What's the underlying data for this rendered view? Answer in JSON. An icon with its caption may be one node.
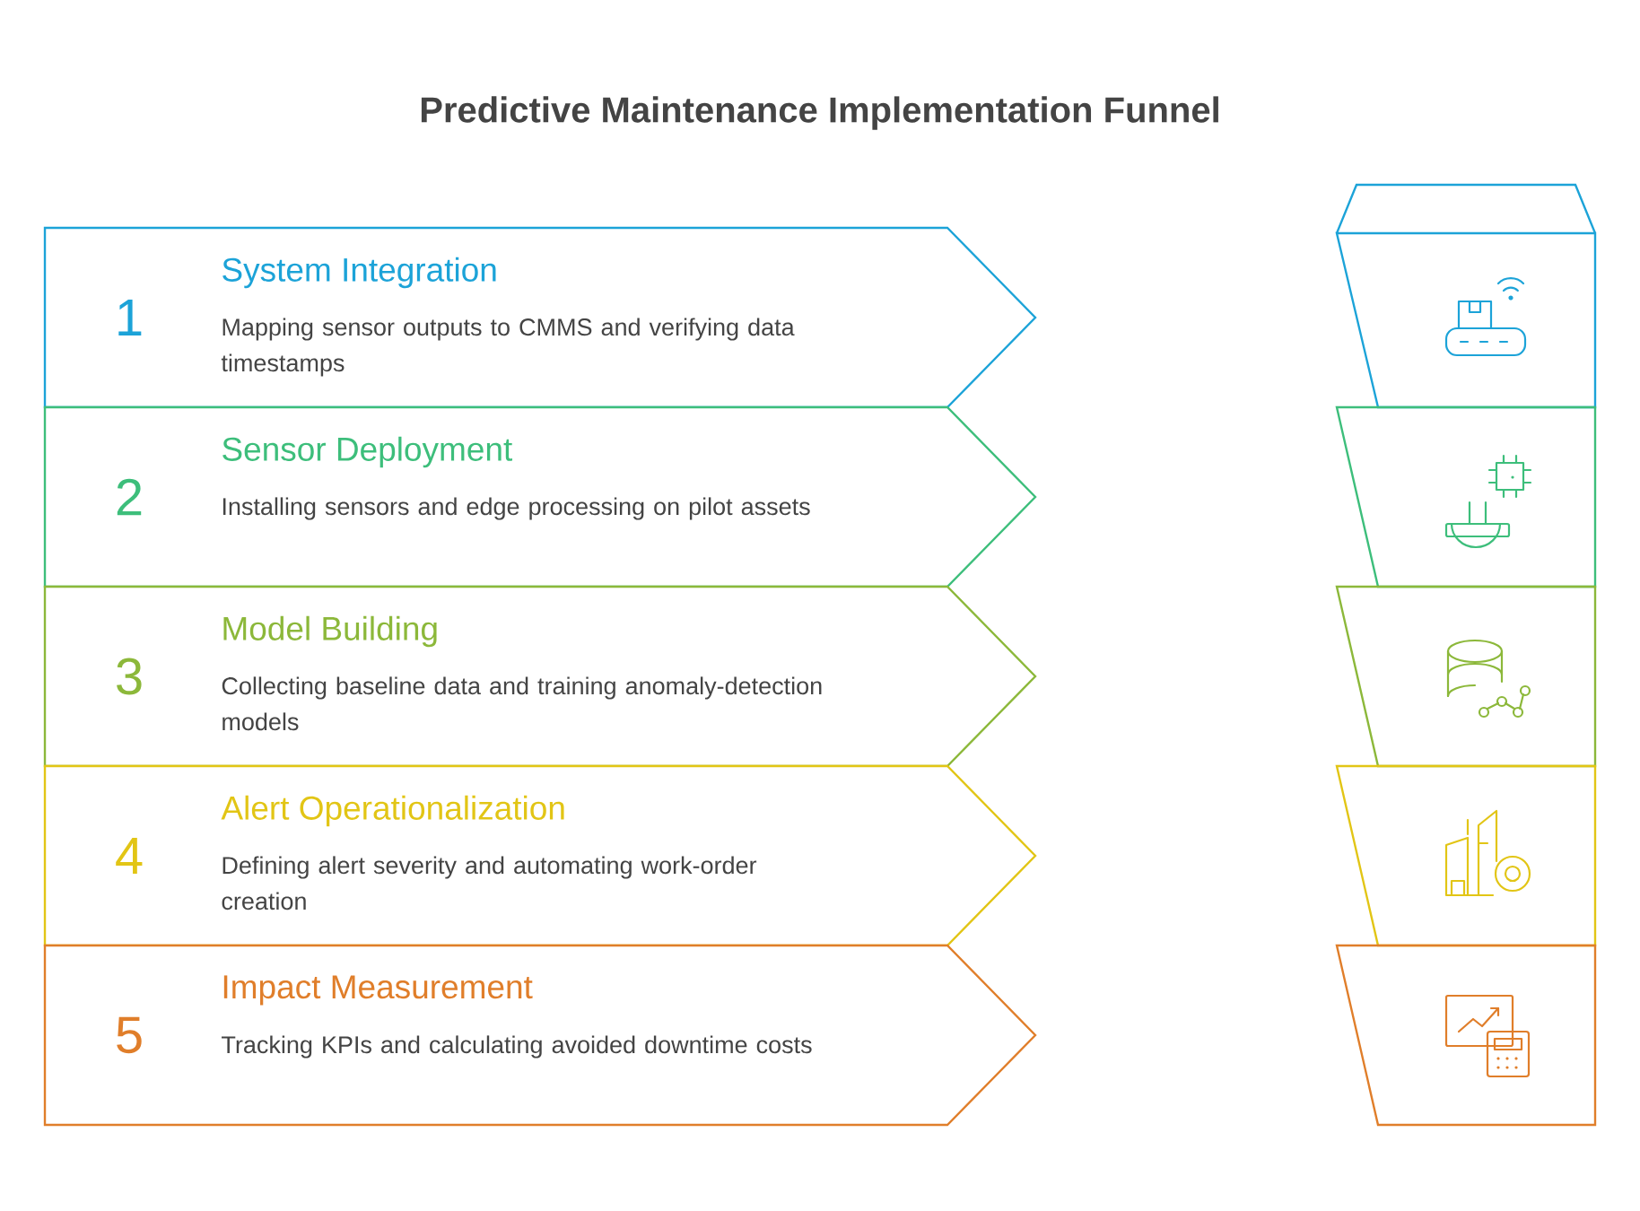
{
  "diagram": {
    "title": "Predictive Maintenance Implementation Funnel",
    "nodes": [
      {
        "text": [
          "1",
          "System Integration",
          "Mapping sensor outputs to CMMS and verifying data timestamps"
        ]
      },
      {
        "text": [
          "2",
          "Sensor Deployment",
          "Installing sensors and edge processing on pilot assets"
        ]
      },
      {
        "text": [
          "3",
          "Model Building",
          "Collecting baseline data and training anomaly-detection models"
        ]
      },
      {
        "text": [
          "4",
          "Alert Operationalization",
          "Defining alert severity and automating work-order creation"
        ]
      },
      {
        "text": [
          "5",
          "Impact Measurement",
          "Tracking KPIs and calculating avoided downtime costs"
        ]
      },
      {
        "text": [],
        "shape": "trapezium"
      },
      {
        "text": [],
        "shape": "trapezium"
      },
      {
        "text": [],
        "shape": "trapezium"
      },
      {
        "text": [],
        "shape": "trapezium"
      },
      {
        "text": [],
        "shape": "trapezium"
      }
    ]
  }
}
